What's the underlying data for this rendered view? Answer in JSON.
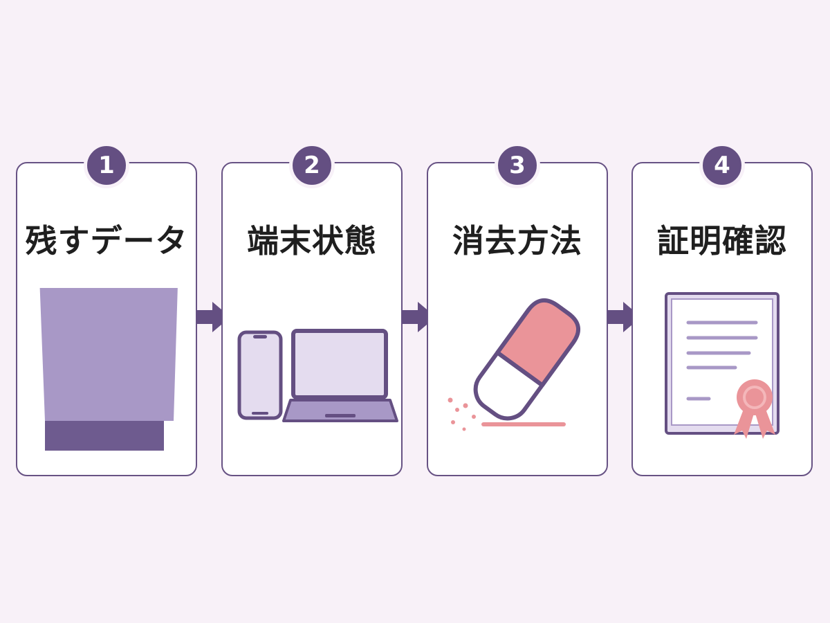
{
  "steps": [
    {
      "number": "1",
      "label": "残すデータ",
      "icon": "folder-icon"
    },
    {
      "number": "2",
      "label": "端末状態",
      "icon": "devices-icon"
    },
    {
      "number": "3",
      "label": "消去方法",
      "icon": "eraser-icon"
    },
    {
      "number": "4",
      "label": "証明確認",
      "icon": "certificate-icon"
    }
  ],
  "colors": {
    "background": "#f8f1f8",
    "accent": "#644f82",
    "light_purple": "#a898c6",
    "screen_fill": "#e4dcef",
    "pink": "#ea9499",
    "cream": "#fbf0dc"
  }
}
